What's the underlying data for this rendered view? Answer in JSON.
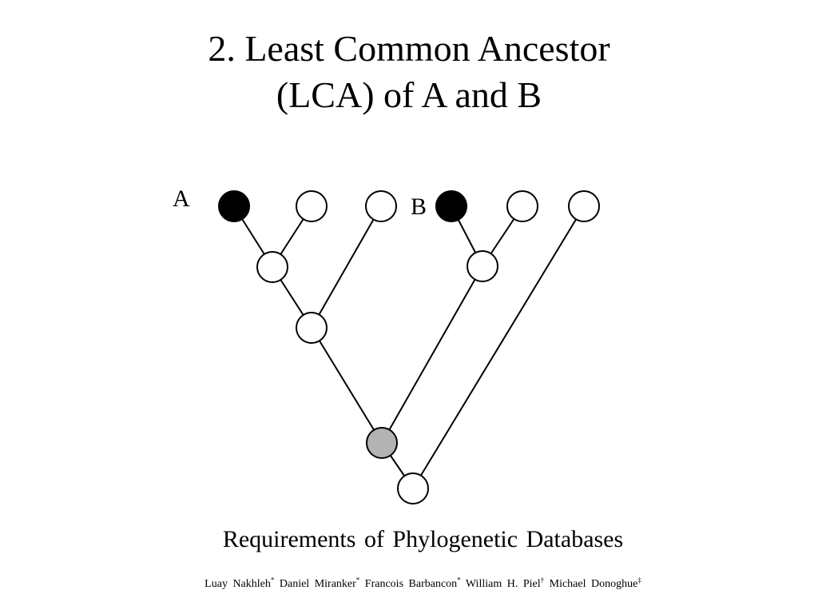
{
  "slide": {
    "title_line1": "2. Least Common Ancestor",
    "title_line2": "(LCA) of A and B"
  },
  "diagram": {
    "label_a": "A",
    "label_b": "B",
    "colors": {
      "selected_leaf": "#000000",
      "lca_node": "#b3b3b3",
      "plain_node": "#ffffff",
      "stroke": "#000000"
    }
  },
  "footer": {
    "title": "Requirements of Phylogenetic Databases",
    "authors": [
      {
        "name": "Luay Nakhleh",
        "mark": "*"
      },
      {
        "name": "Daniel Miranker",
        "mark": "*"
      },
      {
        "name": "Francois Barbancon",
        "mark": "*"
      },
      {
        "name": "William H. Piel",
        "mark": "†"
      },
      {
        "name": "Michael Donoghue",
        "mark": "‡"
      }
    ]
  }
}
